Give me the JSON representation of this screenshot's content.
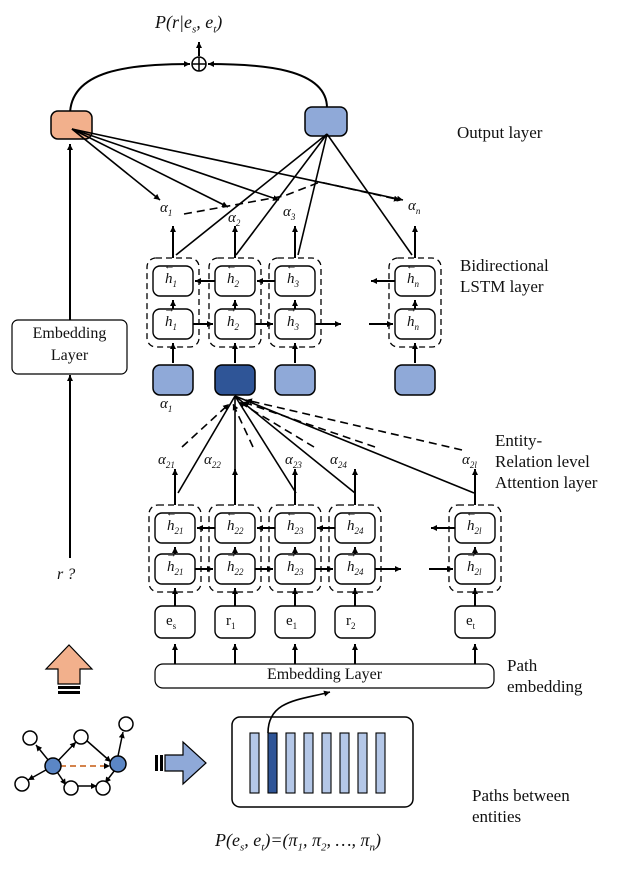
{
  "top_formula": "P(r|e_s, e_t)",
  "bottom_formula": "P(e_s, e_t)=(π_1, π_2, …, π_n)",
  "labels": {
    "output_layer": "Output layer",
    "bilstm_line1": "Bidirectional",
    "bilstm_line2": "LSTM layer",
    "entrel_line1": "Entity-",
    "entrel_line2": "Relation level",
    "entrel_line3": "Attention layer",
    "pathemb_line1": "Path",
    "pathemb_line2": "embedding",
    "paths_line1": "Paths between",
    "paths_line2": "entities",
    "embedding_layer_left_line1": "Embedding",
    "embedding_layer_left_line2": "Layer",
    "embedding_layer_bottom": "Embedding Layer",
    "query": "r ?"
  },
  "upper_attention": [
    "α_1",
    "α_2",
    "α_3",
    "α_n"
  ],
  "lower_attention": [
    "α_21",
    "α_22",
    "α_23",
    "α_24",
    "α_2l"
  ],
  "upper_hidden": [
    "1",
    "2",
    "3",
    "n"
  ],
  "lower_hidden": [
    "21",
    "22",
    "23",
    "24",
    "2l"
  ],
  "path_tokens": [
    "e_s",
    "r_1",
    "e_1",
    "r_2",
    "e_t"
  ],
  "alpha_under_node": "α_1",
  "colors": {
    "orange": "#f2b08c",
    "light_blue": "#8fa9d8",
    "dark_blue": "#2f5597",
    "stroke": "#000000"
  }
}
